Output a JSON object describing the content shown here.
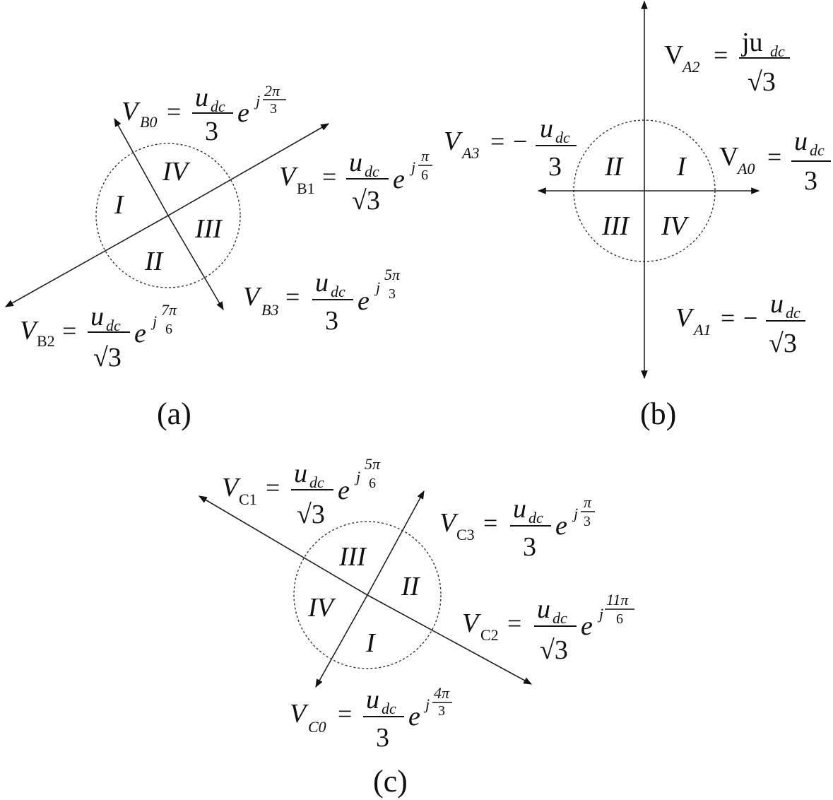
{
  "panels": {
    "a": {
      "caption": "(a)",
      "quadrants": [
        "I",
        "II",
        "III",
        "IV"
      ],
      "vectors": {
        "b0": {
          "name": "V",
          "sub": "B0",
          "num": "u",
          "num_sub": "dc",
          "den": "3",
          "exp": "2π",
          "exp_den": "3"
        },
        "b1": {
          "name": "V",
          "sub": "B1",
          "num": "u",
          "num_sub": "dc",
          "den": "√3",
          "exp": "π",
          "exp_den": "6"
        },
        "b2": {
          "name": "V",
          "sub": "B2",
          "num": "u",
          "num_sub": "dc",
          "den": "√3",
          "exp": "7π",
          "exp_den": "6"
        },
        "b3": {
          "name": "V",
          "sub": "B3",
          "num": "u",
          "num_sub": "dc",
          "den": "3",
          "exp": "5π",
          "exp_den": "3"
        }
      }
    },
    "b": {
      "caption": "(b)",
      "quadrants": [
        "I",
        "II",
        "III",
        "IV"
      ],
      "vectors": {
        "a0": {
          "name": "V",
          "sub": "A0",
          "num": "u",
          "num_sub": "dc",
          "den": "3"
        },
        "a1": {
          "name": "V",
          "sub": "A1",
          "sign": "−",
          "num": "u",
          "num_sub": "dc",
          "den": "√3"
        },
        "a2": {
          "name": "V",
          "sub": "A2",
          "num": "ju",
          "num_sub": "dc",
          "den": "√3"
        },
        "a3": {
          "name": "V",
          "sub": "A3",
          "sign": "−",
          "num": "u",
          "num_sub": "dc",
          "den": "3"
        }
      }
    },
    "c": {
      "caption": "(c)",
      "quadrants": [
        "I",
        "II",
        "III",
        "IV"
      ],
      "vectors": {
        "c0": {
          "name": "V",
          "sub": "C0",
          "num": "u",
          "num_sub": "dc",
          "den": "3",
          "exp": "4π",
          "exp_den": "3"
        },
        "c1": {
          "name": "V",
          "sub": "C1",
          "num": "u",
          "num_sub": "dc",
          "den": "√3",
          "exp": "5π",
          "exp_den": "6"
        },
        "c2": {
          "name": "V",
          "sub": "C2",
          "num": "u",
          "num_sub": "dc",
          "den": "√3",
          "exp": "11π",
          "exp_den": "6"
        },
        "c3": {
          "name": "V",
          "sub": "C3",
          "num": "u",
          "num_sub": "dc",
          "den": "3",
          "exp": "π",
          "exp_den": "3"
        }
      }
    }
  },
  "symbols": {
    "equals": "=",
    "e": "e",
    "j": "j"
  }
}
